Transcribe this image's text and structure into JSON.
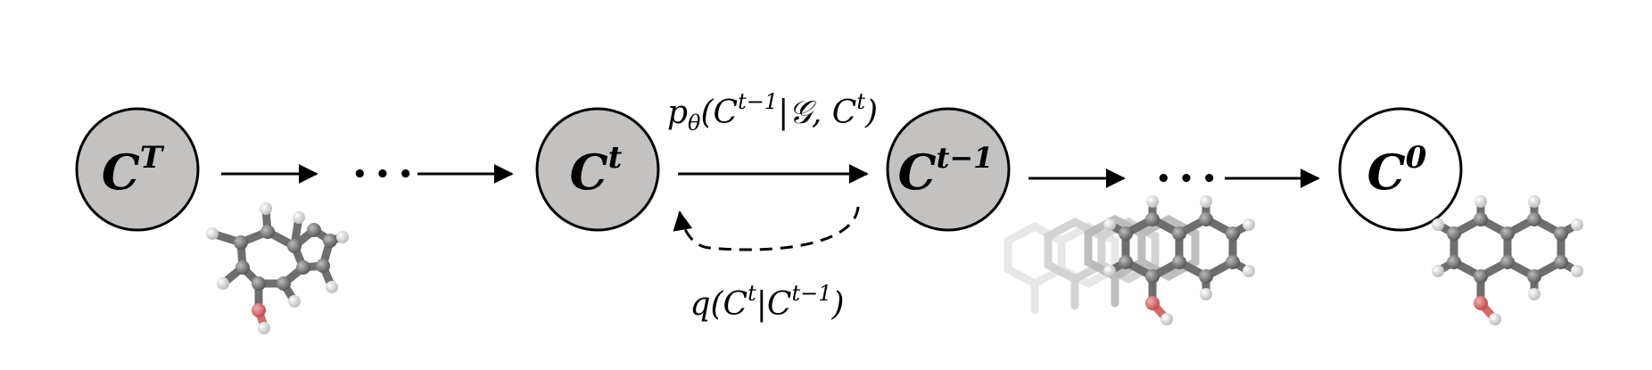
{
  "nodes": [
    {
      "base": "C",
      "sup": "T",
      "fill": "#c4c2c1"
    },
    {
      "base": "C",
      "sup": "t",
      "fill": "#c4c2c1"
    },
    {
      "base": "C",
      "sup": "t−1",
      "fill": "#c4c2c1"
    },
    {
      "base": "C",
      "sup": "0",
      "fill": "#ffffff"
    }
  ],
  "ellipsis": "• • •",
  "forward_label": {
    "p": "p",
    "theta": "θ",
    "open": "(C",
    "sup": "t−1",
    "mid": "|",
    "graph": "𝒢",
    "comma": ", C",
    "sup2": "t",
    "close": ")"
  },
  "reverse_label": {
    "q": "q(C",
    "sup": "t",
    "mid": "|C",
    "sup2": "t−1",
    "close": ")"
  },
  "colors": {
    "filled_node": "#c4c2c1",
    "atom_carbon": "#707070",
    "atom_oxygen": "#d46a6a",
    "atom_hydrogen": "#e8e8e8"
  }
}
